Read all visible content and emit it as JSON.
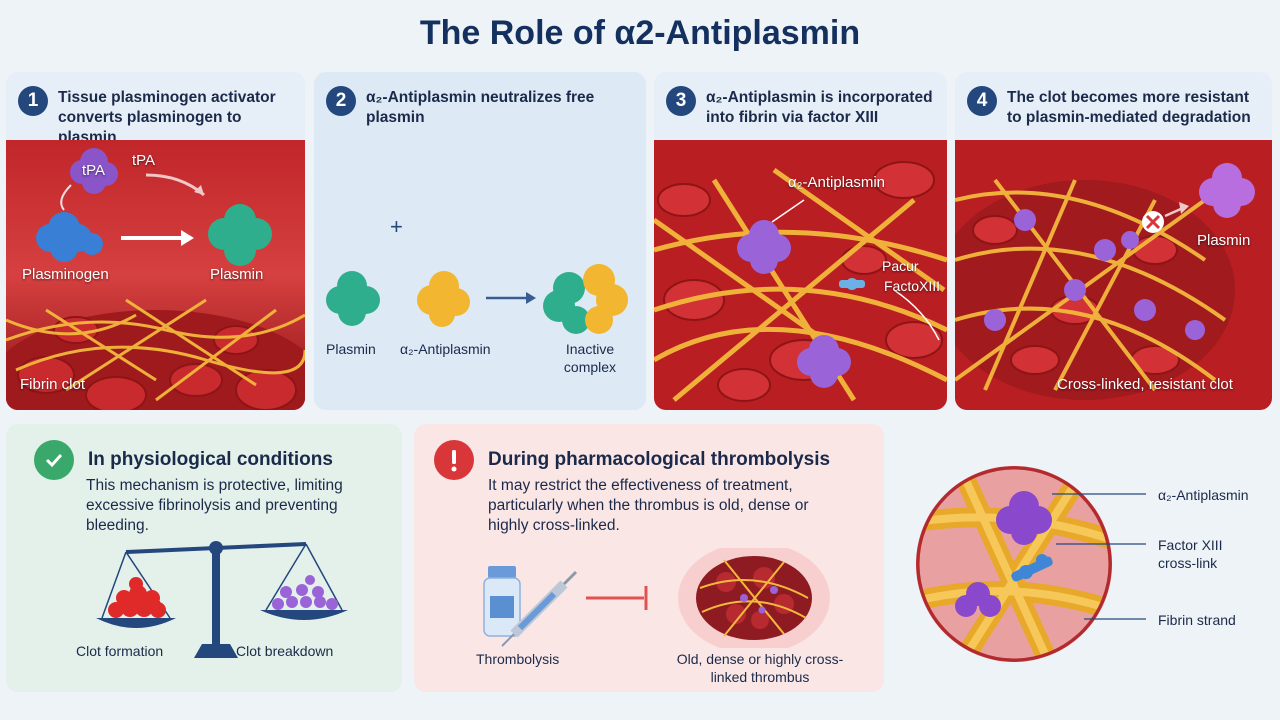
{
  "title": "The Role of α2-Antiplasmin",
  "steps": [
    {
      "number": "1",
      "text": "Tissue plasminogen activator converts plasminogen to plasmin",
      "labels": {
        "tpa_molecule": "tPA",
        "tpa_arrow": "tPA",
        "plasminogen": "Plasminogen",
        "plasmin": "Plasmin",
        "fibrin_clot": "Fibrin clot"
      }
    },
    {
      "number": "2",
      "text": "α₂-Antiplasmin neutralizes free plasmin",
      "labels": {
        "plasmin": "Plasmin",
        "plus": "+",
        "antiplasmin": "α₂-Antiplasmin",
        "inactive_complex": "Inactive complex"
      }
    },
    {
      "number": "3",
      "text": "α₂-Antiplasmin is incorporated into fibrin via factor XIII",
      "labels": {
        "antiplasmin": "α₂-Antiplasmin",
        "factor_1": "Pacur",
        "factor_2": "FactoXIII"
      }
    },
    {
      "number": "4",
      "text": "The clot becomes more resistant to plasmin-mediated degradation",
      "labels": {
        "plasmin": "Plasmin",
        "clot": "Cross-linked, resistant clot"
      }
    }
  ],
  "physiological": {
    "title": "In physiological conditions",
    "body": "This mechanism is protective, limiting excessive fibrinolysis and preventing bleeding.",
    "scale_left": "Clot formation",
    "scale_right": "Clot breakdown"
  },
  "pharmacological": {
    "title": "During pharmacological thrombolysis",
    "body": "It may restrict the effectiveness of treatment, particularly when the thrombus is old, dense or highly cross-linked.",
    "thrombolysis": "Thrombolysis",
    "thrombus": "Old, dense or highly cross-linked thrombus"
  },
  "zoom": {
    "antiplasmin": "α₂-Antiplasmin",
    "factor": "Factor XIII cross-link",
    "fibrin": "Fibrin strand"
  },
  "colors": {
    "plasmin": "#2fae8e",
    "antiplasmin": "#f2b631",
    "tpa": "#8a55c8",
    "plasminogen": "#3a7fd6",
    "blood": "#b31e22",
    "fibrin": "#f0b43a",
    "accent": "#14305e",
    "check": "#3aa86b",
    "alert": "#d9363a"
  }
}
